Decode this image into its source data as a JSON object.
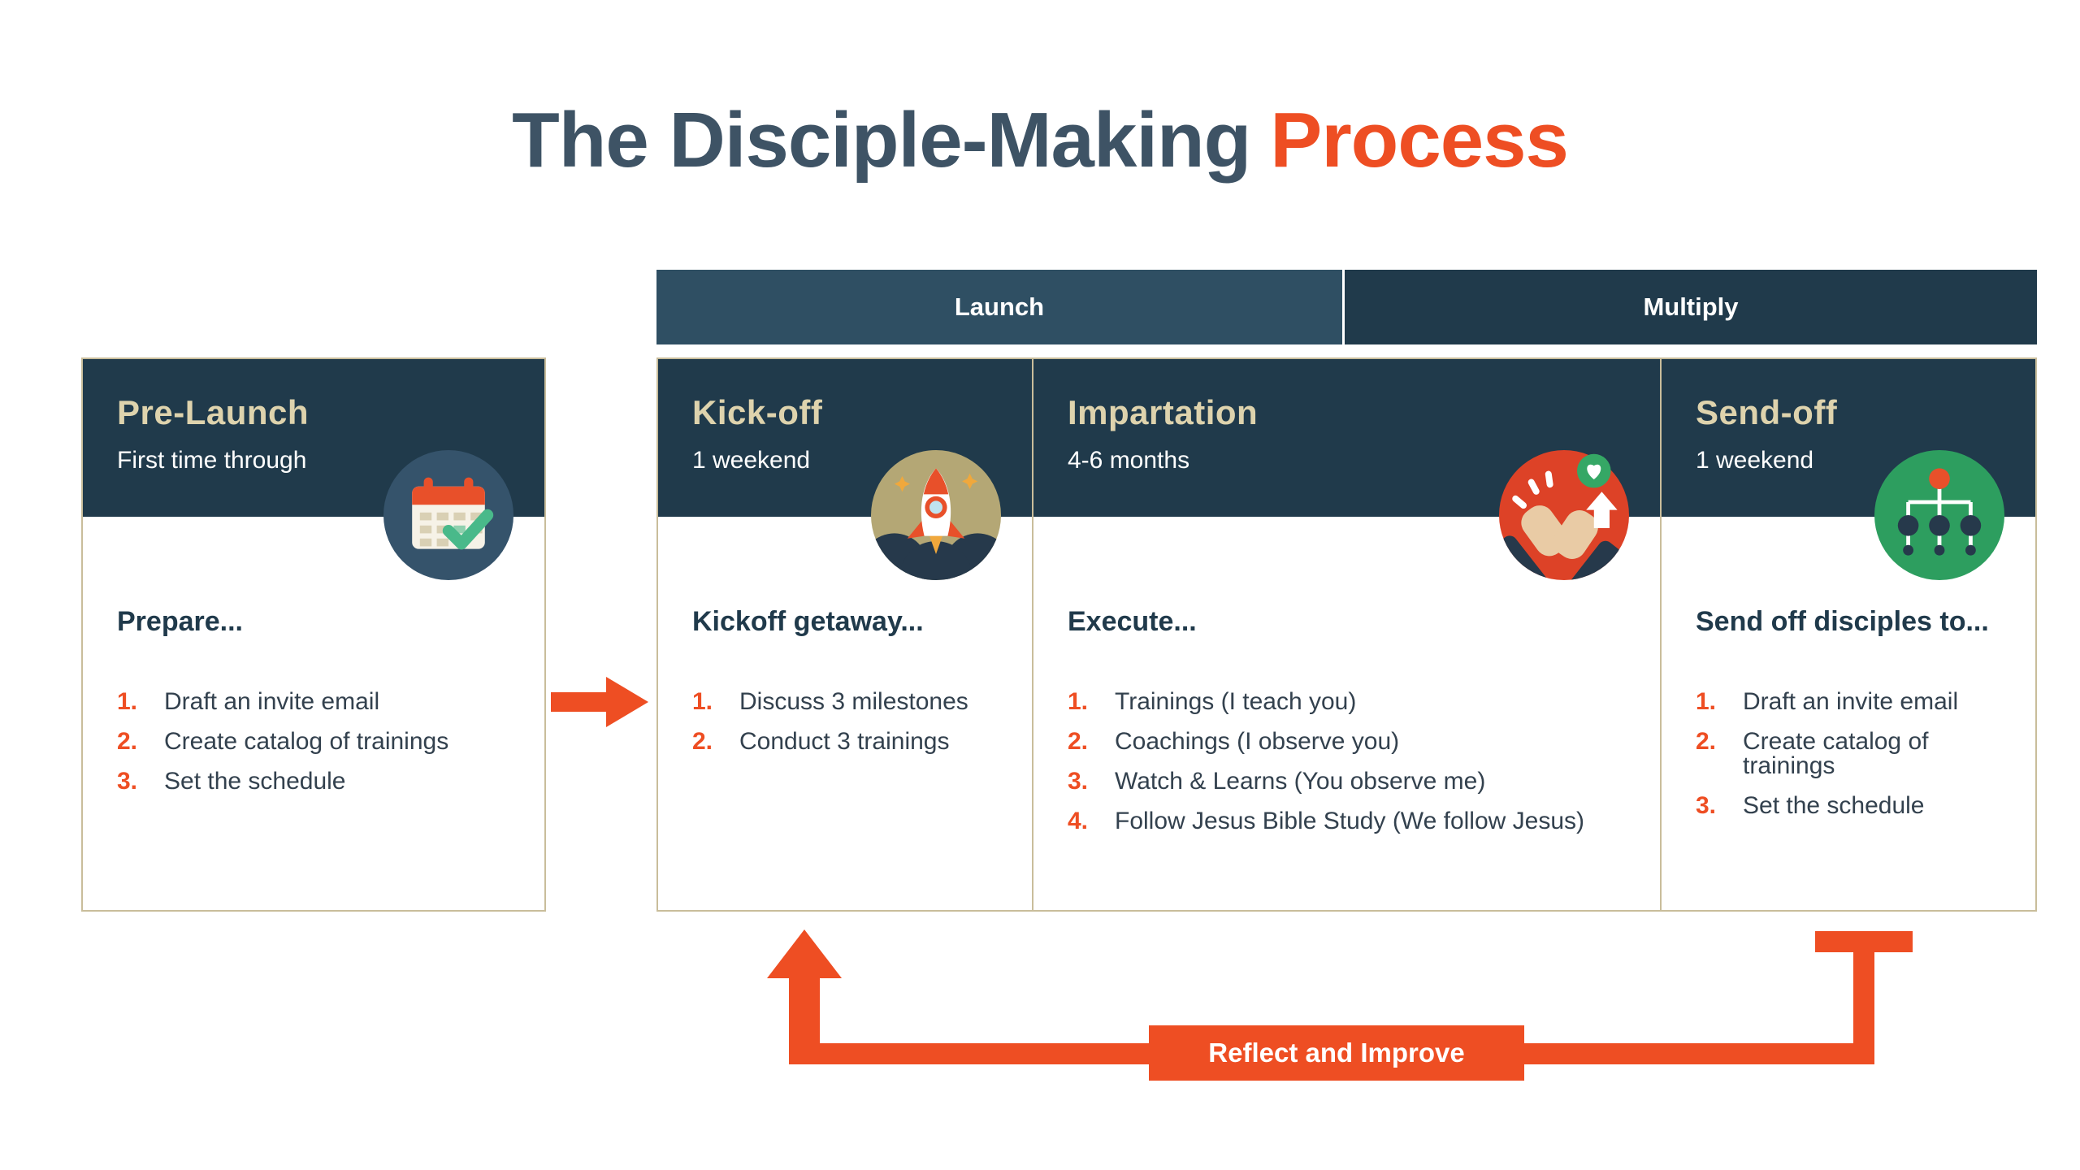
{
  "title": {
    "main": "The Disciple-Making",
    "accent": "Process"
  },
  "phases": [
    {
      "label": "Launch"
    },
    {
      "label": "Multiply"
    }
  ],
  "cards": [
    {
      "title": "Pre-Launch",
      "subtitle": "First time through",
      "icon": "calendar-icon",
      "heading": "Prepare...",
      "items": [
        {
          "num": "1.",
          "text": "Draft an invite email"
        },
        {
          "num": "2.",
          "text": "Create catalog of trainings"
        },
        {
          "num": "3.",
          "text": "Set the schedule"
        }
      ]
    },
    {
      "title": "Kick-off",
      "subtitle": "1 weekend",
      "icon": "rocket-icon",
      "heading": "Kickoff getaway...",
      "items": [
        {
          "num": "1.",
          "text": "Discuss 3 milestones"
        },
        {
          "num": "2.",
          "text": "Conduct 3 trainings"
        }
      ]
    },
    {
      "title": "Impartation",
      "subtitle": "4-6 months",
      "icon": "clapping-hands-icon",
      "heading": "Execute...",
      "items": [
        {
          "num": "1.",
          "text": "Trainings (I teach you)"
        },
        {
          "num": "2.",
          "text": "Coachings (I observe you)"
        },
        {
          "num": "3.",
          "text": "Watch & Learns (You observe me)"
        },
        {
          "num": "4.",
          "text": "Follow Jesus Bible Study (We follow Jesus)"
        }
      ]
    },
    {
      "title": "Send-off",
      "subtitle": "1 weekend",
      "icon": "network-icon",
      "heading": "Send off disciples to...",
      "items": [
        {
          "num": "1.",
          "text": "Draft an invite email"
        },
        {
          "num": "2.",
          "text": "Create catalog of trainings"
        },
        {
          "num": "3.",
          "text": "Set the schedule"
        }
      ]
    }
  ],
  "loop_label": "Reflect and Improve",
  "colors": {
    "navy": "#203a4b",
    "slate_title": "#3e5365",
    "launch_bar": "#2f4f63",
    "orange": "#ee4e23",
    "cream": "#ded3ad",
    "border_tan": "#c9bd9b",
    "icon_green": "#2d9e5f",
    "icon_red": "#dd4227",
    "icon_khaki": "#b4a775",
    "icon_steel": "#35536b"
  }
}
